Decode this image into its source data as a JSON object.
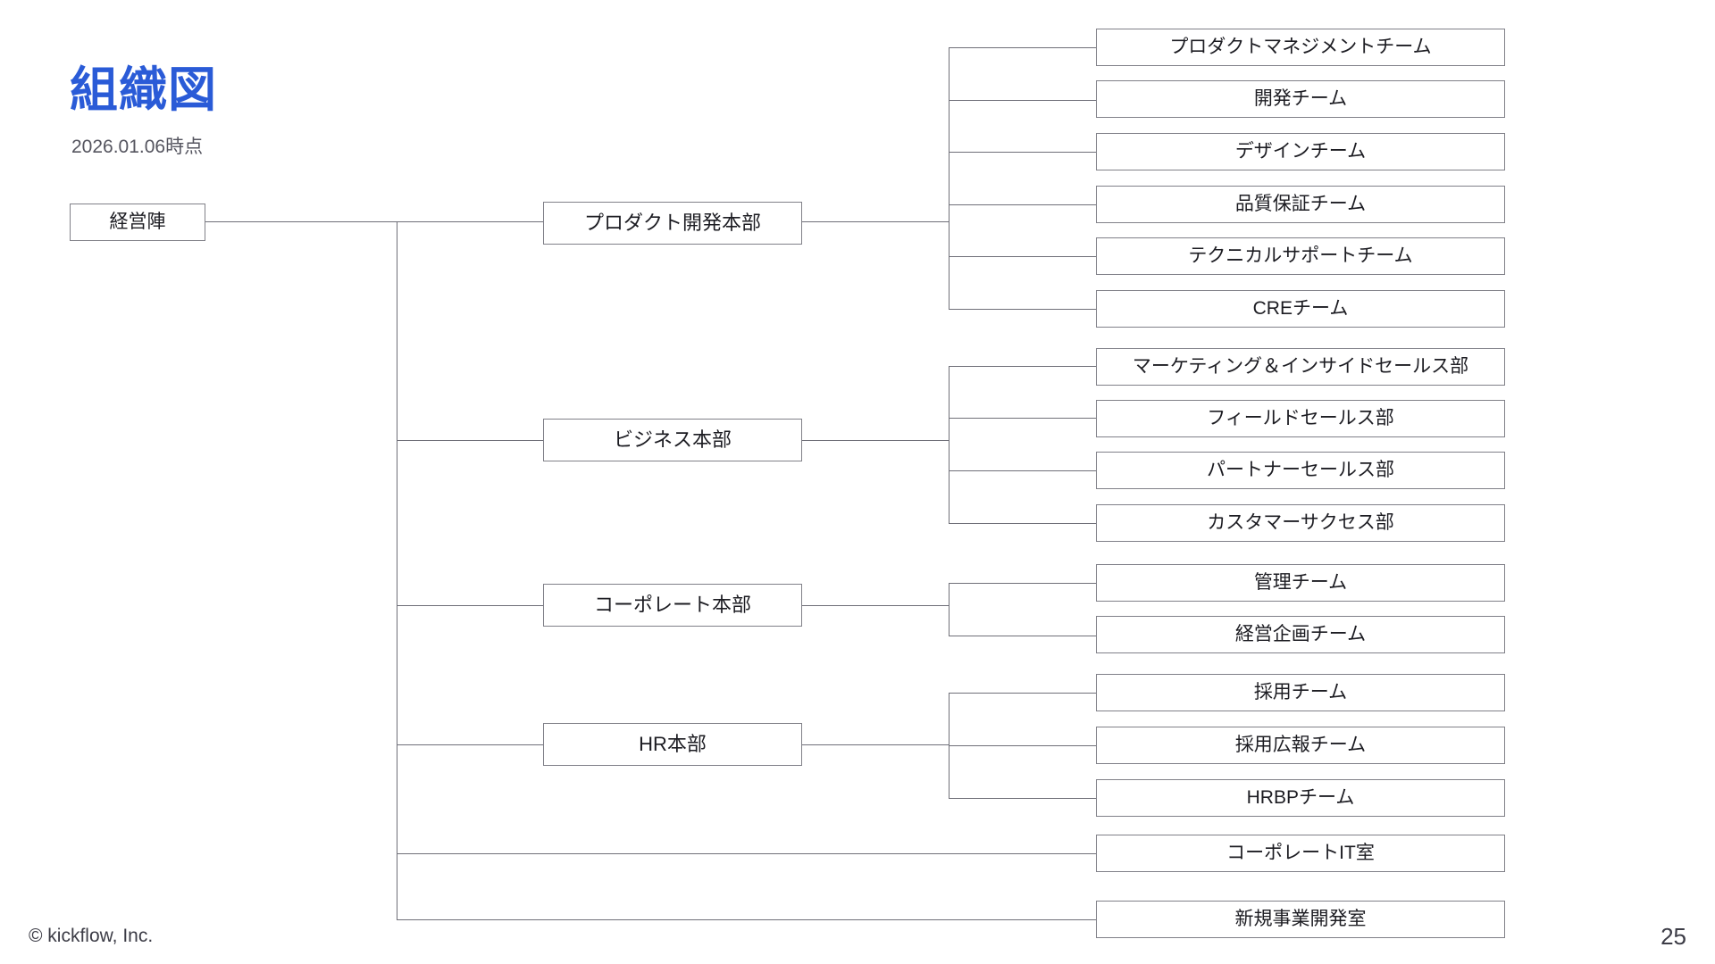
{
  "slide": {
    "title": "組織図",
    "as_of": "2026.01.06時点",
    "copyright": "© kickflow, Inc.",
    "page_number": "25",
    "title_color": "#2a5bd7",
    "box_border_color": "#808088",
    "line_color": "#6f6f78",
    "background": "#ffffff"
  },
  "chart_data": {
    "type": "org-chart",
    "title": "組織図",
    "root": {
      "label": "経営陣"
    },
    "divisions": [
      {
        "label": "プロダクト開発本部",
        "children": [
          {
            "label": "プロダクトマネジメントチーム"
          },
          {
            "label": "開発チーム"
          },
          {
            "label": "デザインチーム"
          },
          {
            "label": "品質保証チーム"
          },
          {
            "label": "テクニカルサポートチーム"
          },
          {
            "label": "CREチーム"
          }
        ]
      },
      {
        "label": "ビジネス本部",
        "children": [
          {
            "label": "マーケティング＆インサイドセールス部"
          },
          {
            "label": "フィールドセールス部"
          },
          {
            "label": "パートナーセールス部"
          },
          {
            "label": "カスタマーサクセス部"
          }
        ]
      },
      {
        "label": "コーポレート本部",
        "children": [
          {
            "label": "管理チーム"
          },
          {
            "label": "経営企画チーム"
          }
        ]
      },
      {
        "label": "HR本部",
        "children": [
          {
            "label": "採用チーム"
          },
          {
            "label": "採用広報チーム"
          },
          {
            "label": "HRBPチーム"
          }
        ]
      }
    ],
    "direct_units": [
      {
        "label": "コーポレートIT室"
      },
      {
        "label": "新規事業開発室"
      }
    ]
  }
}
